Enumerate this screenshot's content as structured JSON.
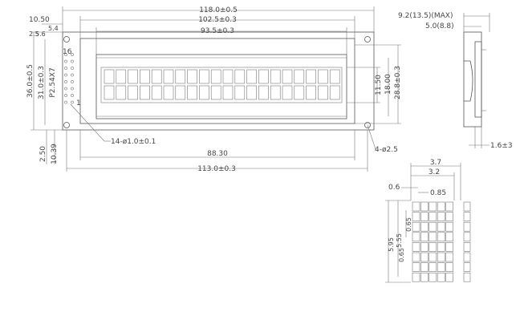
{
  "dimensions": {
    "module_width": "118.0±0.5",
    "bezel_width": "102.5±0.3",
    "view_width": "93.5±0.3",
    "left_offset": "10.50",
    "offset_a": "5.4",
    "offset_b": "2.5",
    "offset_c": "5.6",
    "pin_16_label": "16",
    "pin_1_label": "1",
    "module_height": "36.0±0.5",
    "pcb_height": "31.0±0.3",
    "pin_pitch": "P2.54X7",
    "view_height": "28.8±0.3",
    "bezel_height": "18.00",
    "char_area_height": "11.50",
    "pin_holes": "14-ø1.0±0.1",
    "mount_holes": "4-ø2.5",
    "hole_pitch": "88.30",
    "hole_span": "113.0±0.3",
    "bottom_a": "2.50",
    "bottom_b": "10.39",
    "thickness_max": "9.2(13.5)(MAX)",
    "thickness_b": "5.0(8.8)",
    "pcb_thickness": "1.6±3",
    "char_width": "3.7",
    "dot_area_width": "3.2",
    "dot_width": "0.6",
    "dot_pitch": "0.85",
    "char_height": "5.95",
    "char_dot_h1": "5.55",
    "char_dot_h2": "0.65",
    "char_dot_h3": "0.65"
  }
}
